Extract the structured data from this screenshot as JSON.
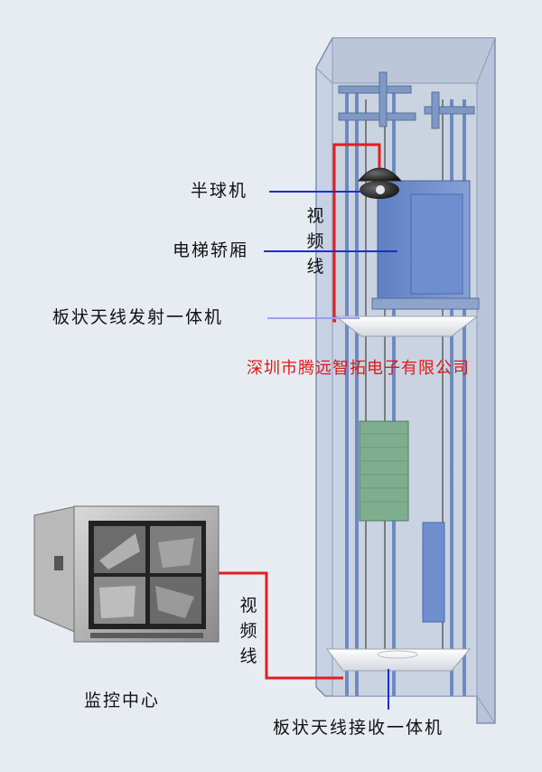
{
  "labels": {
    "dome_camera": "半球机",
    "elevator_car": "电梯轿厢",
    "transmitter": "板状天线发射一体机",
    "company": "深圳市腾远智拓电子有限公司",
    "video_cable_top": "视频线",
    "video_cable_bottom": "视频线",
    "monitor_center": "监控中心",
    "receiver": "板状天线接收一体机"
  },
  "colors": {
    "background": "#e7ecf3",
    "video_cable": "#e31e1e",
    "pointer_line": "#1b2fd1",
    "company_text": "#e01818",
    "shaft_blue": "#7f98c4"
  },
  "icons": {
    "camera": "dome-camera-icon",
    "monitor": "crt-monitor-icon",
    "antenna": "panel-antenna-icon"
  }
}
